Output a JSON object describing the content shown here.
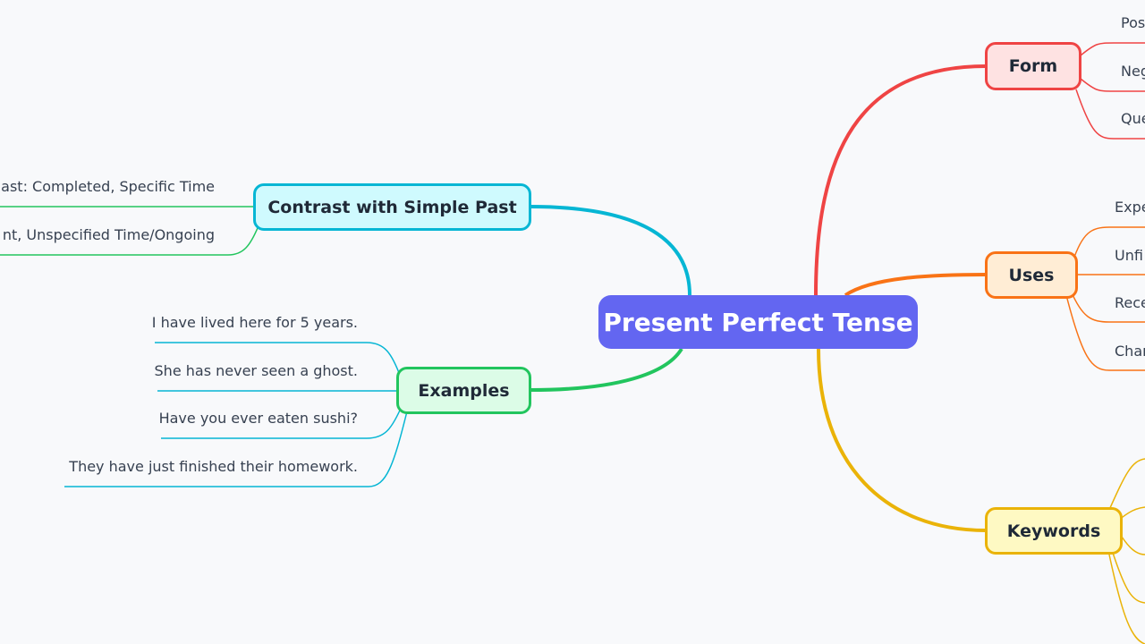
{
  "root": {
    "label": "Present Perfect Tense",
    "color": "#6366f1"
  },
  "branches": {
    "form": {
      "label": "Form",
      "color": "#ef4444",
      "leaves": [
        "Pos",
        "Neg",
        "Que"
      ]
    },
    "uses": {
      "label": "Uses",
      "color": "#f97316",
      "leaves": [
        "Expe",
        "Unfi",
        "Rece",
        "Char"
      ]
    },
    "keywords": {
      "label": "Keywords",
      "color": "#eab308"
    },
    "contrast": {
      "label": "Contrast with Simple Past",
      "color": "#06b6d4",
      "leaves": [
        "ast: Completed, Specific Time",
        "nt, Unspecified Time/Ongoing"
      ],
      "leaf_colors": [
        "#22c55e",
        "#22c55e"
      ]
    },
    "examples": {
      "label": "Examples",
      "color": "#22c55e",
      "leaf_color": "#06b6d4",
      "leaves": [
        "I have lived here for 5 years.",
        "She has never seen a ghost.",
        "Have you ever eaten sushi?",
        "They have just finished their homework."
      ]
    }
  }
}
